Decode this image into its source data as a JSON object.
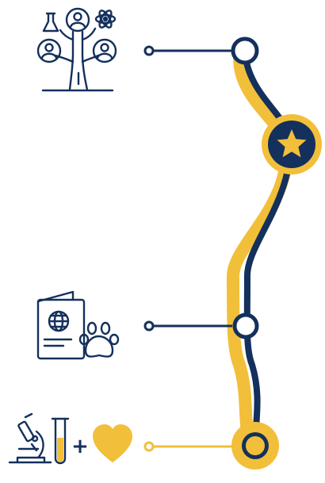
{
  "colors": {
    "navy": "#14305c",
    "gold": "#f2bf3a",
    "white": "#ffffff"
  },
  "stages": [
    {
      "icon": "family-tree-science-icon",
      "marker": "open-circle",
      "connector": "navy"
    },
    {
      "icon": "",
      "marker": "star-badge",
      "connector": "none"
    },
    {
      "icon": "pet-passport-icon",
      "marker": "open-circle",
      "connector": "navy"
    },
    {
      "icon": "microscope-heart-icon",
      "marker": "filled-gold-circle",
      "connector": "gold"
    }
  ],
  "symbols": {
    "plus": "+"
  }
}
